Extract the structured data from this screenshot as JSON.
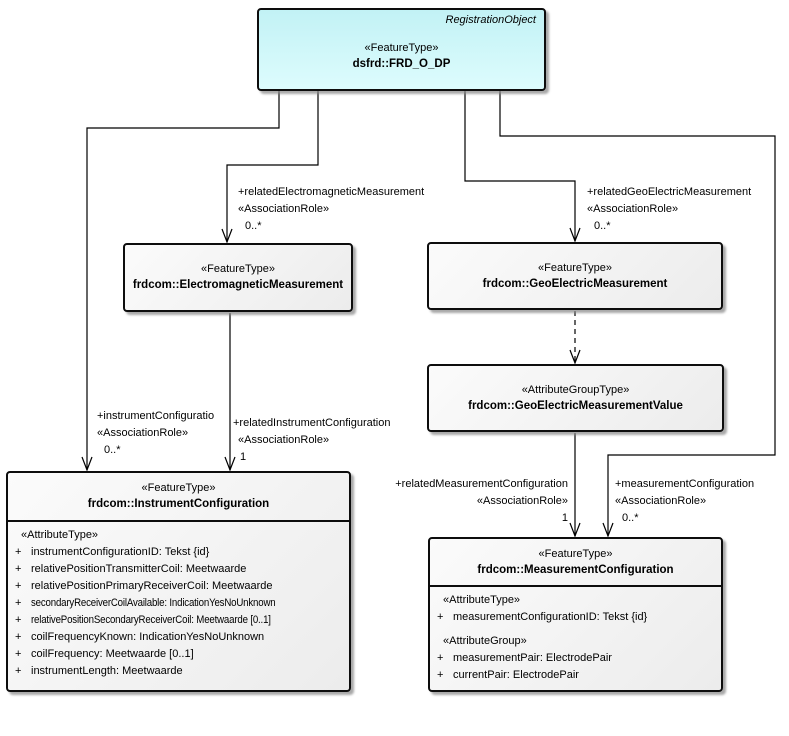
{
  "colors": {
    "registration_fill": "#C9F4F6",
    "class_fill": "#EFEFEF",
    "border": "#0D0D0D",
    "shadow": "#8C8C8C"
  },
  "boxes": {
    "frd": {
      "tag": "RegistrationObject",
      "stereotype": "«FeatureType»",
      "name": "dsfrd::FRD_O_DP"
    },
    "em": {
      "stereotype": "«FeatureType»",
      "name": "frdcom::ElectromagneticMeasurement"
    },
    "ge": {
      "stereotype": "«FeatureType»",
      "name": "frdcom::GeoElectricMeasurement"
    },
    "gev": {
      "stereotype": "«AttributeGroupType»",
      "name": "frdcom::GeoElectricMeasurementValue"
    },
    "ic": {
      "stereotype": "«FeatureType»",
      "name": "frdcom::InstrumentConfiguration",
      "attr_header": "«AttributeType»",
      "attrs": [
        {
          "vis": "+",
          "text": "instrumentConfigurationID: Tekst {id}"
        },
        {
          "vis": "+",
          "text": "relativePositionTransmitterCoil: Meetwaarde"
        },
        {
          "vis": "+",
          "text": "relativePositionPrimaryReceiverCoil: Meetwaarde"
        },
        {
          "vis": "+",
          "text": "secondaryReceiverCoilAvailable: IndicationYesNoUnknown"
        },
        {
          "vis": "+",
          "text": "relativePositionSecondaryReceiverCoil: Meetwaarde [0..1]"
        },
        {
          "vis": "+",
          "text": "coilFrequencyKnown: IndicationYesNoUnknown"
        },
        {
          "vis": "+",
          "text": "coilFrequency: Meetwaarde [0..1]"
        },
        {
          "vis": "+",
          "text": "instrumentLength: Meetwaarde"
        }
      ]
    },
    "mc": {
      "stereotype": "«FeatureType»",
      "name": "frdcom::MeasurementConfiguration",
      "attr_header": "«AttributeType»",
      "attrs": [
        {
          "vis": "+",
          "text": "measurementConfigurationID: Tekst {id}"
        }
      ],
      "group_header": "«AttributeGroup»",
      "group_attrs": [
        {
          "vis": "+",
          "text": "measurementPair: ElectrodePair"
        },
        {
          "vis": "+",
          "text": "currentPair: ElectrodePair"
        }
      ]
    }
  },
  "associations": {
    "em_role": {
      "name": "+relatedElectromagneticMeasurement",
      "stereotype": "«AssociationRole»",
      "cardinality": "0..*"
    },
    "ge_role": {
      "name": "+relatedGeoElectricMeasurement",
      "stereotype": "«AssociationRole»",
      "cardinality": "0..*"
    },
    "ic_left": {
      "name": "+instrumentConfiguratio",
      "stereotype": "«AssociationRole»",
      "cardinality": "0..*"
    },
    "ic_right": {
      "name": "+relatedInstrumentConfiguration",
      "stereotype": "«AssociationRole»",
      "cardinality": "1"
    },
    "mc_left": {
      "name": "+relatedMeasurementConfiguration",
      "stereotype": "«AssociationRole»",
      "cardinality": "1"
    },
    "mc_right": {
      "name": "+measurementConfiguration",
      "stereotype": "«AssociationRole»",
      "cardinality": "0..*"
    }
  }
}
